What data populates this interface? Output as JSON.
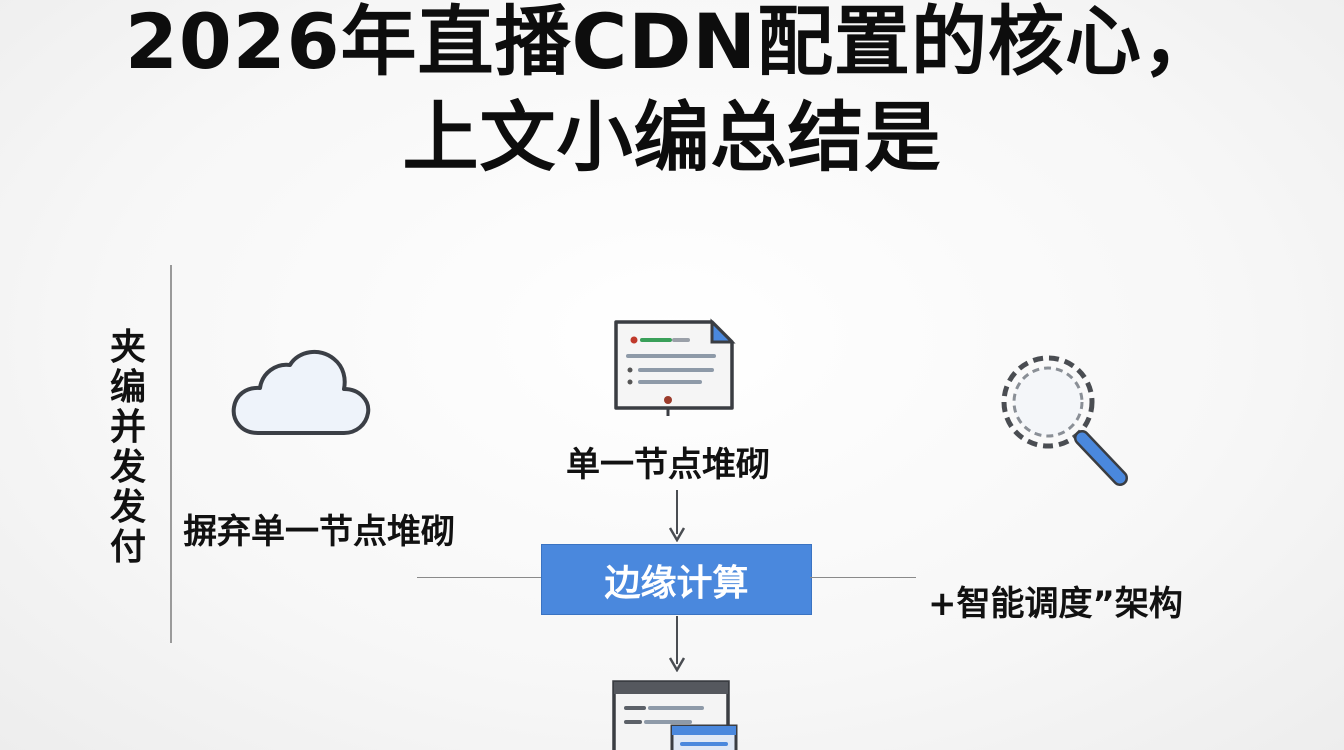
{
  "title": {
    "line1": "2026年直播CDN配置的核心，",
    "line2": "上文小编总结是"
  },
  "diagram": {
    "side_vertical_text": "夹编并发发付",
    "left_label": "摒弃单一节点堆砌",
    "top_label": "单一节点堆砌",
    "center_label": "边缘计算",
    "right_label": "+智能调度”架构"
  },
  "colors": {
    "accent_blue": "#4a88dd",
    "line_gray": "#8a8a8a",
    "text_dark": "#111111"
  },
  "icons": [
    "cloud-icon",
    "document-icon",
    "magnifier-icon",
    "screen-icon"
  ]
}
